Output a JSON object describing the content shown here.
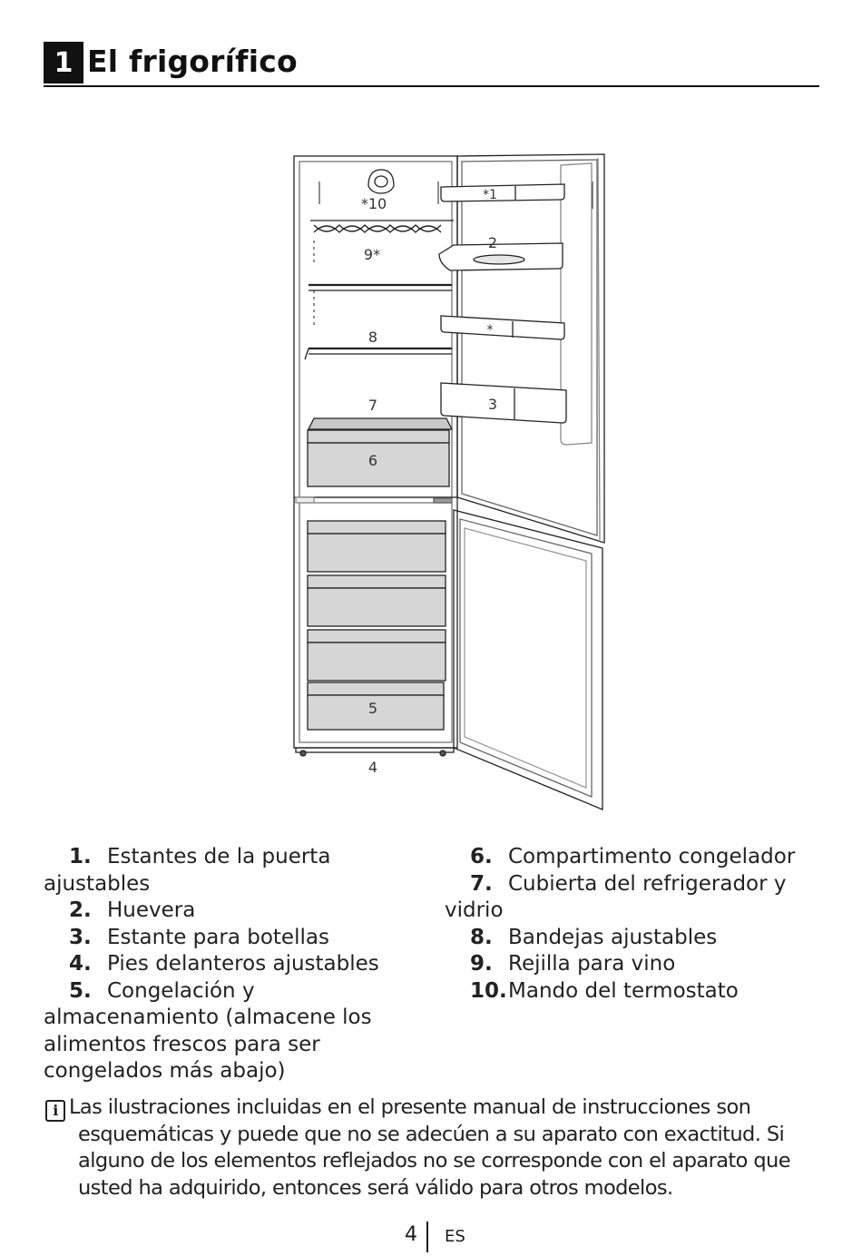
{
  "section": {
    "number": "1",
    "title": "El frigorífico"
  },
  "figure": {
    "labels": {
      "l_10": "*10",
      "l_1": "*1",
      "l_9": "9*",
      "l_2": "2",
      "l_star": "*",
      "l_8": "8",
      "l_7": "7",
      "l_3": "3",
      "l_6": "6",
      "l_5": "5",
      "l_4": "4"
    }
  },
  "legend": {
    "left": [
      {
        "num": "1.",
        "text": "Estantes de la puerta ajustables"
      },
      {
        "num": "2.",
        "text": "Huevera"
      },
      {
        "num": "3.",
        "text": "Estante para botellas"
      },
      {
        "num": "4.",
        "text": "Pies delanteros ajustables"
      },
      {
        "num": "5.",
        "text": "Congelación y almacenamiento (almacene los alimentos frescos para ser congelados más abajo)"
      }
    ],
    "right": [
      {
        "num": "6.",
        "text": "Compartimento congelador"
      },
      {
        "num": "7.",
        "text": "Cubierta del refrigerador y vidrio"
      },
      {
        "num": "8.",
        "text": "Bandejas ajustables"
      },
      {
        "num": "9.",
        "text": "Rejilla para vino"
      },
      {
        "num": "10.",
        "text": "Mando del termostato"
      }
    ]
  },
  "note": {
    "icon": "info-icon",
    "icon_glyph": "i",
    "line1": "Las ilustraciones incluidas en el presente manual de instrucciones son",
    "rest": "esquemáticas y puede que no se adecúen a su aparato con exactitud. Si alguno de los elementos reflejados no se corresponde con el aparato que usted ha adquirido, entonces será válido para otros modelos."
  },
  "footer": {
    "page": "4",
    "lang": "ES"
  }
}
